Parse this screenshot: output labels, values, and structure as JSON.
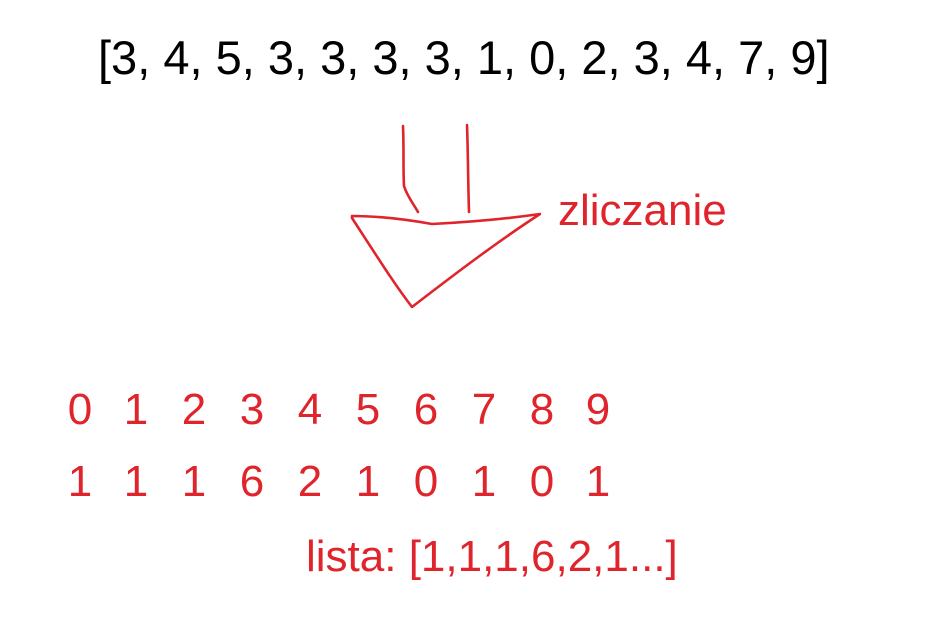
{
  "input_array": "[3, 4, 5, 3, 3, 3, 3, 1, 0, 2, 3, 4, 7, 9]",
  "process_label": "zliczanie",
  "digits": [
    "0",
    "1",
    "2",
    "3",
    "4",
    "5",
    "6",
    "7",
    "8",
    "9"
  ],
  "counts": [
    "1",
    "1",
    "1",
    "6",
    "2",
    "1",
    "0",
    "1",
    "0",
    "1"
  ],
  "result_list": "lista: [1,1,1,6,2,1...]",
  "colors": {
    "annotation": "#e0242c",
    "input_text": "#000000"
  }
}
